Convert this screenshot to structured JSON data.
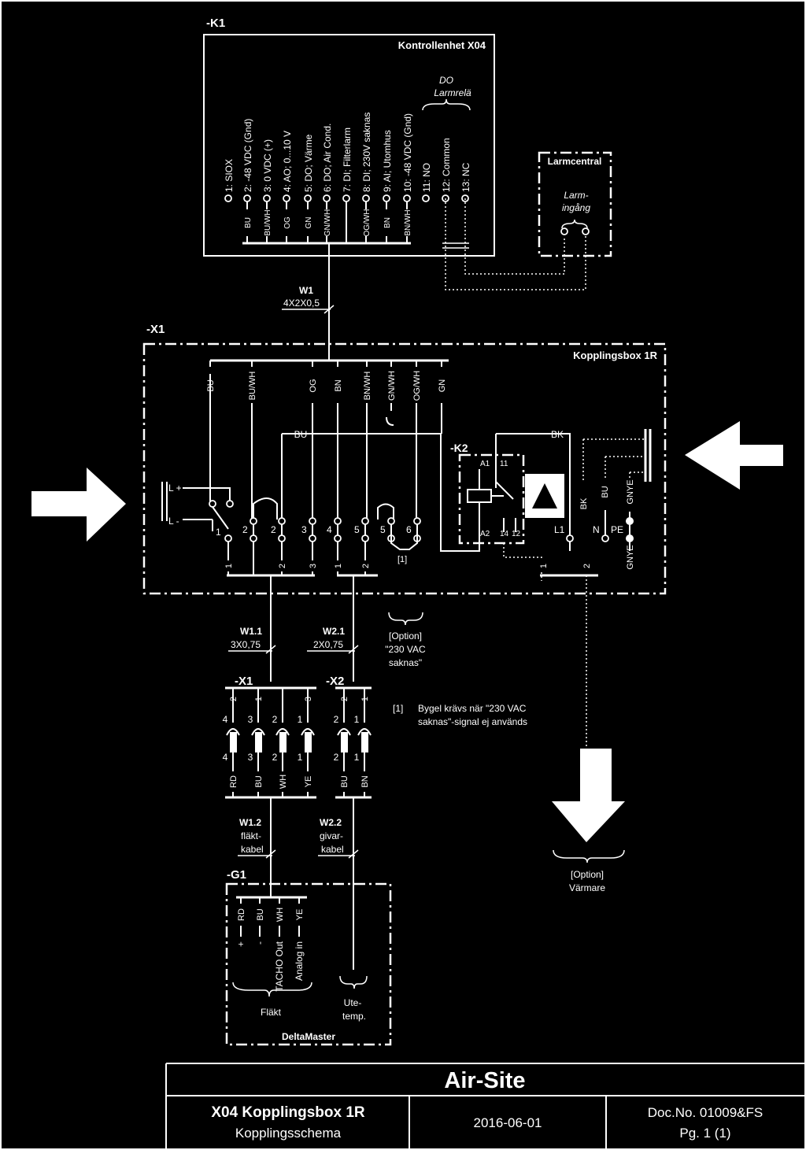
{
  "k1": {
    "id": "-K1",
    "title": "Kontrollenhet X04",
    "do_label_1": "DO",
    "do_label_2": "Larmrelä",
    "terminals": [
      "1: SIOX",
      "2: -48 VDC (Gnd)",
      "3: 0 VDC (+)",
      "4: AO; 0...10 V",
      "5: DO; Värme",
      "6: DO; Air Cond.",
      "7: DI; Filterlarm",
      "8: DI; 230V saknas",
      "9: AI; Utomhus",
      "10: -48 VDC (Gnd)",
      "11: NO",
      "12: Common",
      "13: NC"
    ],
    "wires": [
      "BU",
      "BU/WH",
      "OG",
      "GN",
      "GN/WH",
      "",
      "OG/WH",
      "BN",
      "BN/WH"
    ]
  },
  "larmcentral": {
    "title": "Larmcentral",
    "input_1": "Larm-",
    "input_2": "ingång"
  },
  "w1": {
    "id": "W1",
    "spec": "4X2X0,5"
  },
  "x1": {
    "id": "-X1",
    "title": "Kopplingsbox 1R",
    "wires": [
      "BU",
      "BU/WH",
      "OG",
      "BN",
      "BN/WH",
      "GN/WH",
      "OG/WH",
      "GN"
    ],
    "bu": "BU",
    "bk": "BK",
    "k2": "-K2",
    "a1": "A1",
    "a2": "A2",
    "c11": "11",
    "c14": "14",
    "c12": "12",
    "l_plus": "L +",
    "l_minus": "L -",
    "term_nums": [
      "1",
      "2",
      "2",
      "3",
      "4",
      "5",
      "5",
      "6"
    ],
    "jumper": "[1]",
    "l1": "L1",
    "n": "N",
    "pe": "PE",
    "right_wires": [
      "BK",
      "BU",
      "GNYE"
    ],
    "gnye_bottom": "GNYE",
    "bus_nums": [
      "1",
      "2",
      "3",
      "1",
      "2",
      "1",
      "2"
    ]
  },
  "option_230": {
    "line1": "[Option]",
    "line2": "\"230 VAC",
    "line3": "saknas\""
  },
  "w1_1": {
    "id": "W1.1",
    "spec": "3X0,75"
  },
  "w2_1": {
    "id": "W2.1",
    "spec": "2X0,75"
  },
  "conn_x1": {
    "id": "-X1",
    "top": [
      "2",
      "1",
      "3"
    ],
    "pins": [
      "4",
      "3",
      "2",
      "1"
    ],
    "wires": [
      "RD",
      "BU",
      "WH",
      "YE"
    ]
  },
  "conn_x2": {
    "id": "-X2",
    "top": [
      "2",
      "1"
    ],
    "pins": [
      "2",
      "1"
    ],
    "wires": [
      "BU",
      "BN"
    ]
  },
  "note": {
    "num": "[1]",
    "line1": "Bygel krävs när \"230 VAC",
    "line2": "saknas\"-signal ej används"
  },
  "w1_2": {
    "id": "W1.2",
    "l1": "fläkt-",
    "l2": "kabel"
  },
  "w2_2": {
    "id": "W2.2",
    "l1": "givar-",
    "l2": "kabel"
  },
  "g1": {
    "id": "-G1",
    "title": "DeltaMaster",
    "signals": [
      "+",
      "-",
      "TACHO Out",
      "Analog in"
    ],
    "wires": [
      "RD",
      "BU",
      "WH",
      "YE"
    ],
    "fan": "Fläkt",
    "ute_1": "Ute-",
    "ute_2": "temp."
  },
  "option_heater": {
    "line1": "[Option]",
    "line2": "Värmare"
  },
  "title_block": {
    "company": "Air-Site",
    "drawing_title": "X04 Kopplingsbox 1R",
    "drawing_subtitle": "Kopplingsschema",
    "date": "2016-06-01",
    "doc_no": "Doc.No. 01009&FS",
    "page": "Pg. 1 (1)"
  }
}
